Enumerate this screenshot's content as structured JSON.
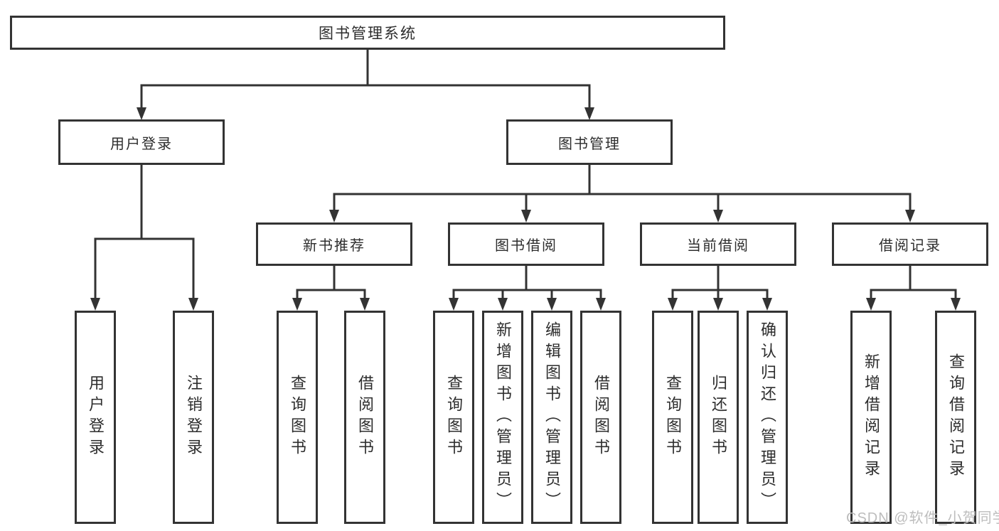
{
  "diagram": {
    "root": {
      "label": "图书管理系统"
    },
    "level2": [
      {
        "label": "用户登录"
      },
      {
        "label": "图书管理"
      }
    ],
    "level3": [
      {
        "label": "新书推荐"
      },
      {
        "label": "图书借阅"
      },
      {
        "label": "当前借阅"
      },
      {
        "label": "借阅记录"
      }
    ],
    "leaves": {
      "user_login": [
        "用户登录",
        "注销登录"
      ],
      "new_book_recommend": [
        "查询图书",
        "借阅图书"
      ],
      "book_borrow": [
        "查询图书",
        "新增图书（管理员）",
        "编辑图书（管理员）",
        "借阅图书"
      ],
      "current_borrow": [
        "查询图书",
        "归还图书",
        "确认归还（管理员）"
      ],
      "borrow_records": [
        "新增借阅记录",
        "查询借阅记录"
      ]
    },
    "watermark": "CSDN @软件_小贺同学",
    "colors": {
      "line": "#333333",
      "text": "#2d2d2d",
      "background": "#ffffff",
      "watermark": "#bdbdbd"
    }
  }
}
